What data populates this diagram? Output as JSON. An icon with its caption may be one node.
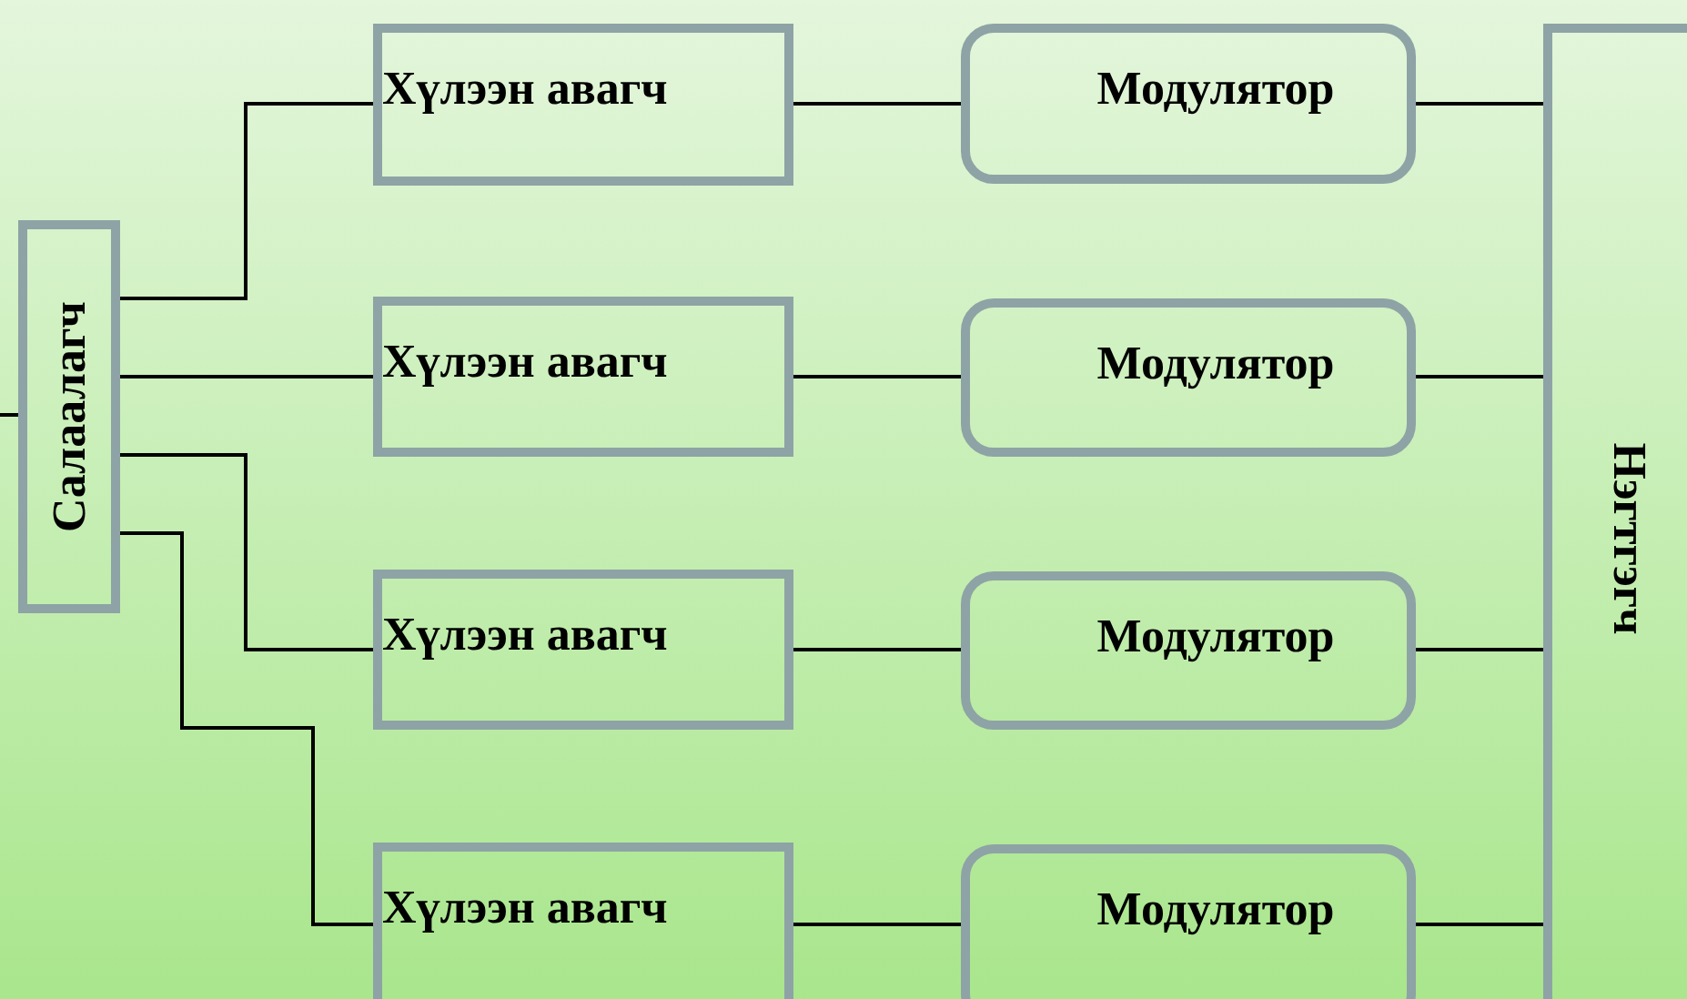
{
  "diagram": {
    "nodes": [
      {
        "text": [
          "Салаалагч"
        ]
      },
      {
        "text": [
          "Хүлээн авагч"
        ]
      },
      {
        "text": [
          "Модулятор"
        ]
      },
      {
        "text": [
          "Хүлээн авагч"
        ]
      },
      {
        "text": [
          "Модулятор"
        ]
      },
      {
        "text": [
          "Хүлээн авагч"
        ]
      },
      {
        "text": [
          "Модулятор"
        ]
      },
      {
        "text": [
          "Хүлээн авагч"
        ]
      },
      {
        "text": [
          "Модулятор"
        ]
      },
      {
        "text": [
          "Нэгтгэгч"
        ]
      }
    ],
    "edges": [
      {
        "from": null,
        "to": 0,
        "arrow": "none"
      },
      {
        "from": 0,
        "to": 1,
        "arrow": "none"
      },
      {
        "from": 0,
        "to": 3,
        "arrow": "none"
      },
      {
        "from": 0,
        "to": 5,
        "arrow": "none"
      },
      {
        "from": 0,
        "to": 7,
        "arrow": "none"
      },
      {
        "from": 1,
        "to": 2,
        "arrow": "none"
      },
      {
        "from": 3,
        "to": 4,
        "arrow": "none"
      },
      {
        "from": 5,
        "to": 6,
        "arrow": "none"
      },
      {
        "from": 7,
        "to": 8,
        "arrow": "none"
      },
      {
        "from": 2,
        "to": 9,
        "arrow": "none"
      },
      {
        "from": 4,
        "to": 9,
        "arrow": "none"
      },
      {
        "from": 6,
        "to": 9,
        "arrow": "none"
      },
      {
        "from": 8,
        "to": 9,
        "arrow": "none"
      }
    ]
  }
}
